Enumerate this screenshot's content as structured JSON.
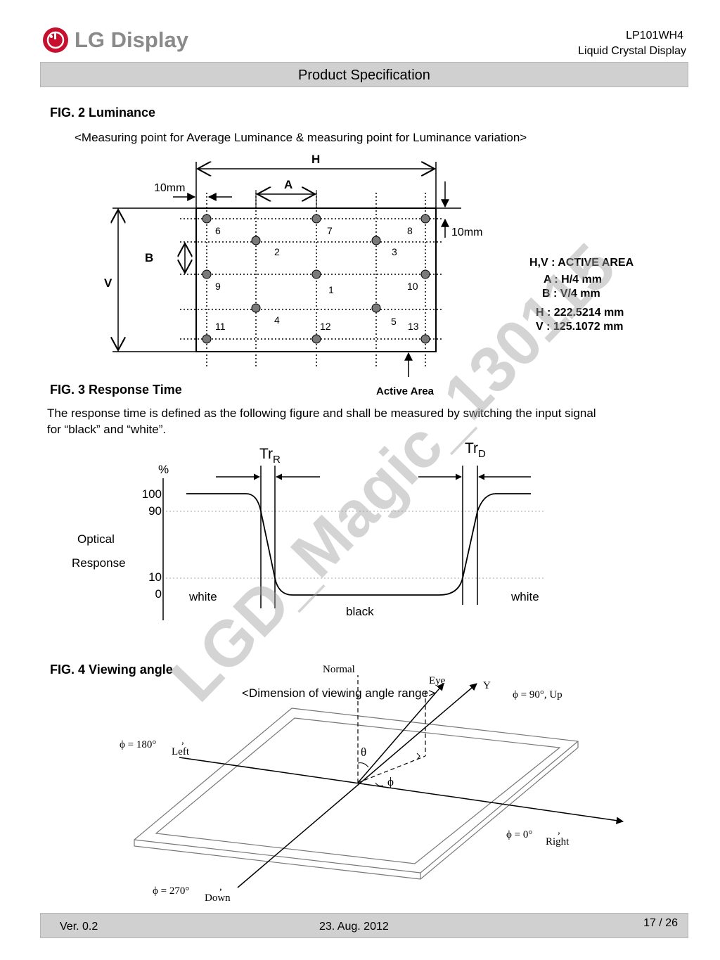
{
  "header": {
    "logo_text": "LG Display",
    "model": "LP101WH4",
    "product": "Liquid Crystal Display",
    "bar_title": "Product Specification"
  },
  "watermark": "LGD_Magic_130115",
  "fig2": {
    "title": "FIG. 2 Luminance",
    "subtitle": "<Measuring point for Average Luminance  & measuring point for Luminance variation>",
    "label_H": "H",
    "label_A": "A",
    "label_B": "B",
    "label_V": "V",
    "label_10mm_left": "10mm",
    "label_10mm_right": "10mm",
    "active_area": "Active Area",
    "points": [
      "1",
      "2",
      "3",
      "4",
      "5",
      "6",
      "7",
      "8",
      "9",
      "10",
      "11",
      "12",
      "13"
    ],
    "notes": [
      "H,V : ACTIVE AREA",
      "A : H/4 mm",
      "B : V/4 mm",
      "H : 222.5214 mm",
      "V : 125.1072 mm"
    ]
  },
  "fig3": {
    "title": "FIG. 3 Response Time",
    "desc_line1": "The response time is defined as the following figure and shall be measured by switching the input signal",
    "desc_line2": "for “black” and “white”.",
    "tr_r": "Tr",
    "tr_r_sub": "R",
    "tr_d": "Tr",
    "tr_d_sub": "D",
    "unit": "%",
    "ticks": [
      "100",
      "90",
      "10",
      "0"
    ],
    "ylabel_1": "Optical",
    "ylabel_2": "Response",
    "white_left": "white",
    "black": "black",
    "white_right": "white"
  },
  "fig4": {
    "title": "FIG. 4 Viewing angle",
    "subtitle": "<Dimension of viewing angle range>",
    "normal": "Normal",
    "eye": "Eye",
    "y_axis": "Y",
    "up": "ϕ = 90°, Up",
    "left_phi": "ϕ = 180°",
    "left_comma": ",",
    "left": "Left",
    "theta": "θ",
    "phi": "ϕ",
    "right_phi": "ϕ = 0°",
    "right_comma": ",",
    "right": "Right",
    "down_phi": "ϕ = 270°",
    "down_comma": ",",
    "down": "Down"
  },
  "footer": {
    "version": "Ver. 0.2",
    "date": "23. Aug. 2012",
    "page": "17 / 26"
  }
}
